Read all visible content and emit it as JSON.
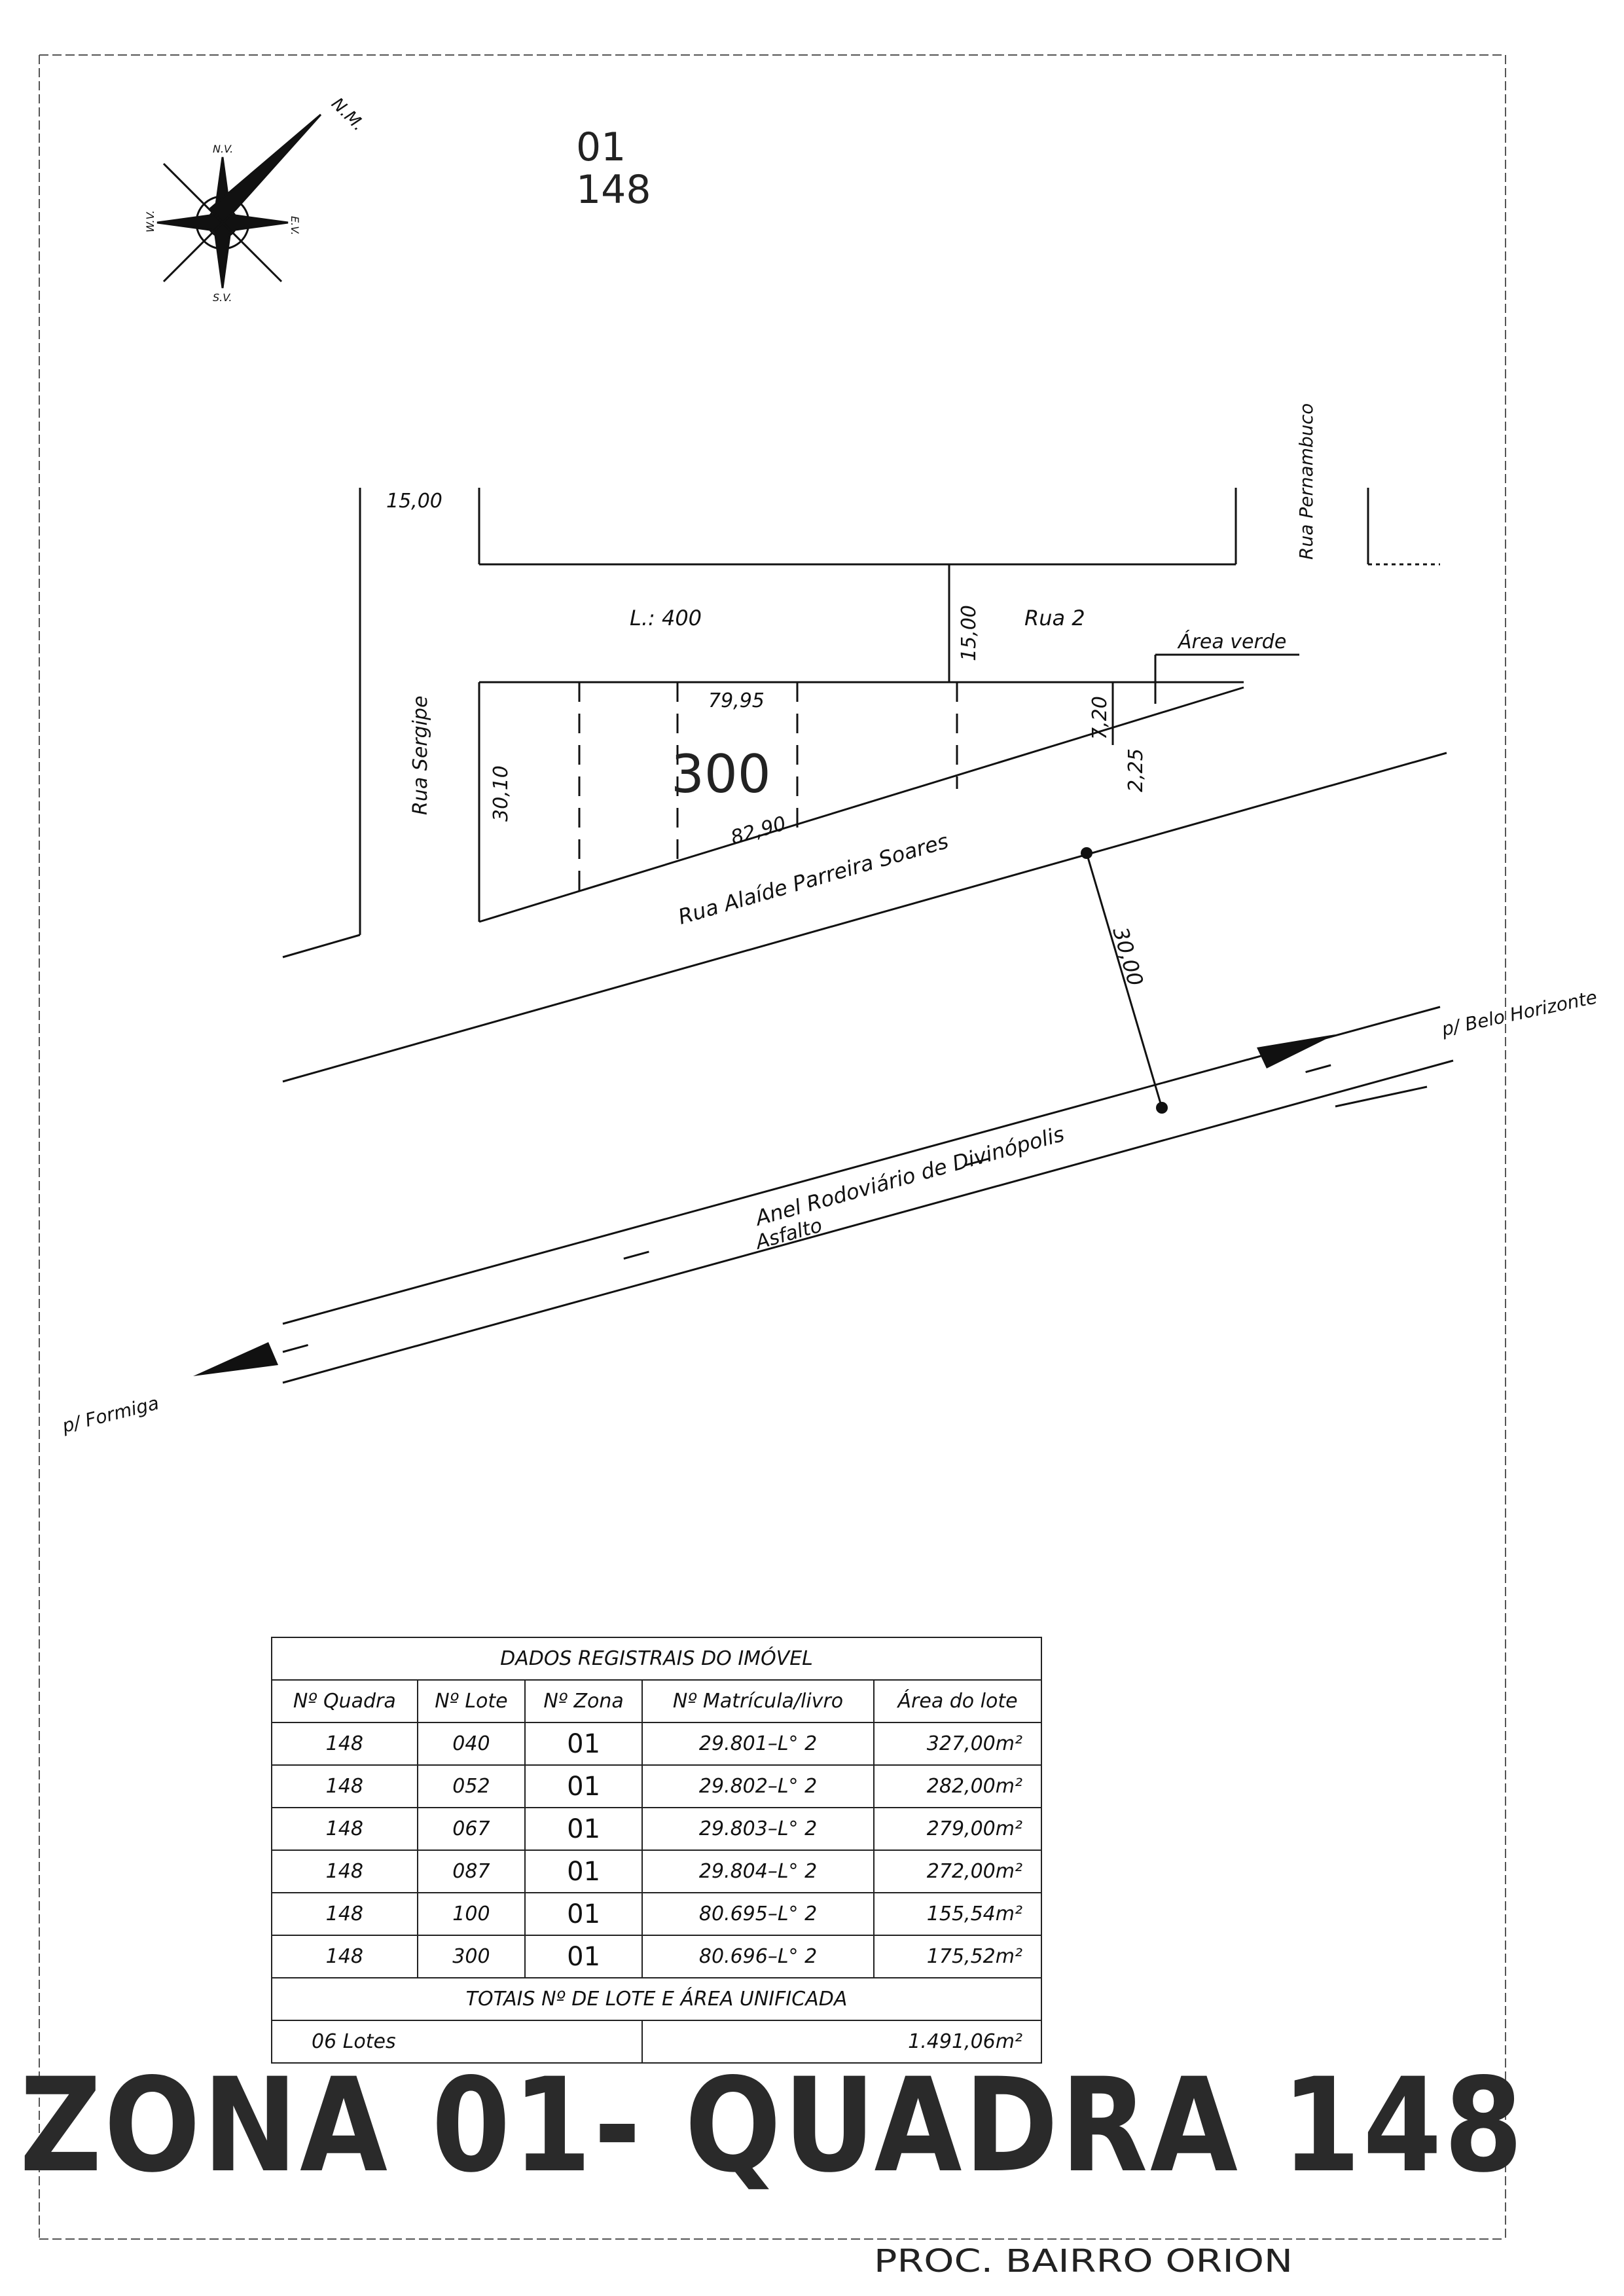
{
  "handwritten_ref": {
    "line1": "01",
    "line2": "148"
  },
  "compass": {
    "north_label": "N.M.",
    "n": "N.V.",
    "s": "S.V.",
    "e": "E.V.",
    "w": "W.V."
  },
  "streets": {
    "sergipe": "Rua Sergipe",
    "pernambuco": "Rua Pernambuco",
    "rua2": "Rua 2",
    "alaide": "Rua Alaíde Parreira Soares",
    "anel": "Anel Rodoviário de Divinópolis",
    "asfalto": "Asfalto",
    "to_bh": "p/ Belo Horizonte",
    "to_formiga": "p/ Formiga"
  },
  "areas": {
    "lot400": "L.: 400",
    "verde": "Área verde",
    "lot300": "300"
  },
  "dimensions": {
    "d1": "15,00",
    "d2": "15,00",
    "d3": "79,95",
    "d4": "30,10",
    "d5": "82,90",
    "d6": "7,20",
    "d7": "2,25",
    "d8": "30,00"
  },
  "table": {
    "title": "DADOS REGISTRAIS DO IMÓVEL",
    "headers": [
      "Nº Quadra",
      "Nº Lote",
      "Nº Zona",
      "Nº Matrícula/livro",
      "Área do lote"
    ],
    "rows": [
      [
        "148",
        "040",
        "01",
        "29.801–L° 2",
        "327,00m²"
      ],
      [
        "148",
        "052",
        "01",
        "29.802–L° 2",
        "282,00m²"
      ],
      [
        "148",
        "067",
        "01",
        "29.803–L° 2",
        "279,00m²"
      ],
      [
        "148",
        "087",
        "01",
        "29.804–L° 2",
        "272,00m²"
      ],
      [
        "148",
        "100",
        "01",
        "80.695–L° 2",
        "155,54m²"
      ],
      [
        "148",
        "300",
        "01",
        "80.696–L° 2",
        "175,52m²"
      ]
    ],
    "totals_title": "TOTAIS Nº DE LOTE E ÁREA UNIFICADA",
    "total_lots": "06 Lotes",
    "total_area": "1.491,06m²"
  },
  "stamp": "ZONA 01- QUADRA 148",
  "signature": "PROC. BAIRRO ORION"
}
